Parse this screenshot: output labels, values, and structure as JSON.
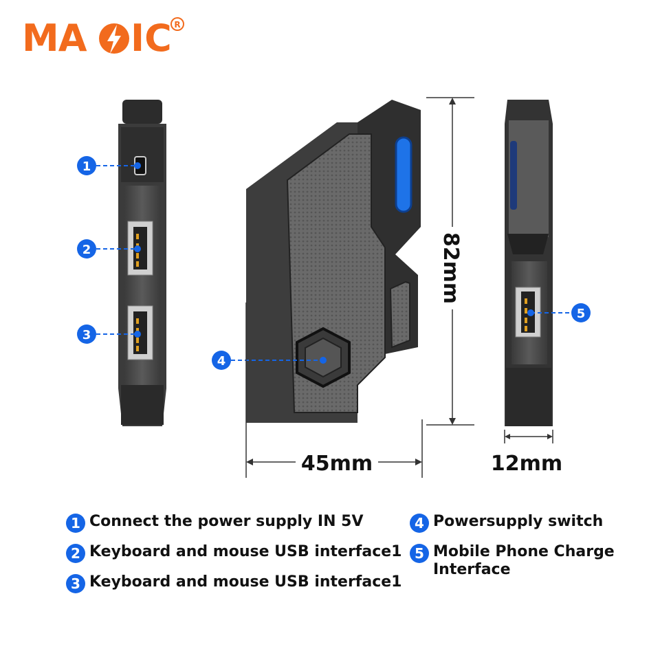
{
  "brand": {
    "logo_text": "MAGIC",
    "registered_mark": "®",
    "color": "#f26b1d"
  },
  "accent_color": "#1565e6",
  "callouts": [
    "1",
    "2",
    "3",
    "4",
    "5"
  ],
  "dimensions": {
    "width": "45mm",
    "height": "82mm",
    "depth": "12mm"
  },
  "legend": [
    {
      "number": "1",
      "text": "Connect the power supply IN 5V"
    },
    {
      "number": "2",
      "text": "Keyboard and mouse USB interface1"
    },
    {
      "number": "3",
      "text": "Keyboard and mouse USB interface1"
    },
    {
      "number": "4",
      "text": "Powersupply switch"
    },
    {
      "number": "5",
      "text": "Mobile Phone Charge Interface"
    }
  ]
}
